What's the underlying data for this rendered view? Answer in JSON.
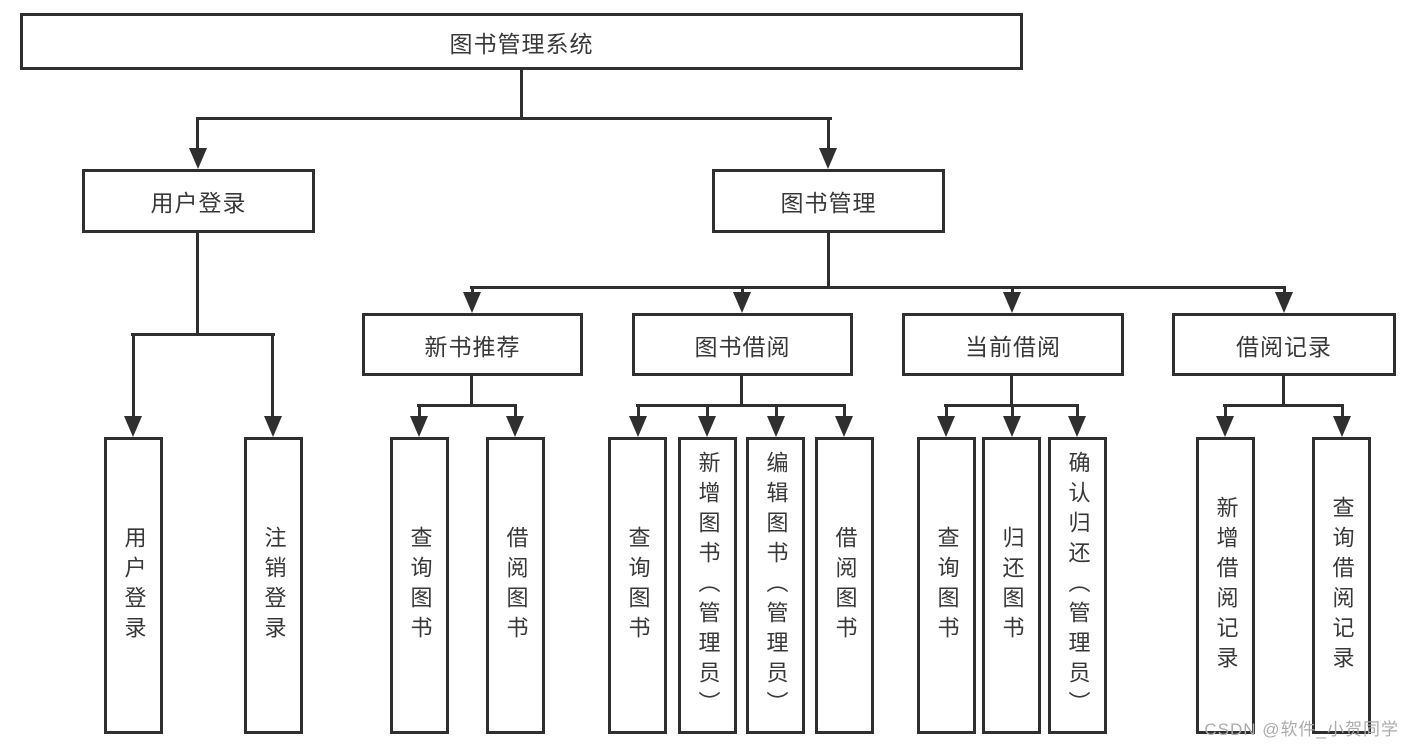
{
  "colors": {
    "line": "#2f2f2f",
    "text": "#383838",
    "node-bg": "#ffffff",
    "canvas-bg": "#ffffff",
    "watermark": "#ababab"
  },
  "nodes": {
    "root": "图书管理系统",
    "user_login": "用户登录",
    "book_mgmt": "图书管理",
    "new_book": "新书推荐",
    "book_borrow": "图书借阅",
    "current_borrow": "当前借阅",
    "borrow_record": "借阅记录",
    "leaf_user_login": "用户登录",
    "leaf_logout": "注销登录",
    "leaf_nb_query": "查询图书",
    "leaf_nb_borrow": "借阅图书",
    "leaf_bb_query": "查询图书",
    "leaf_bb_add": "新增图书（管理员）",
    "leaf_bb_edit": "编辑图书（管理员）",
    "leaf_bb_borrow": "借阅图书",
    "leaf_cb_query": "查询图书",
    "leaf_cb_return": "归还图书",
    "leaf_cb_confirm": "确认归还（管理员）",
    "leaf_br_add": "新增借阅记录",
    "leaf_br_query": "查询借阅记录"
  },
  "watermark": "CSDN @软件_小贺同学"
}
